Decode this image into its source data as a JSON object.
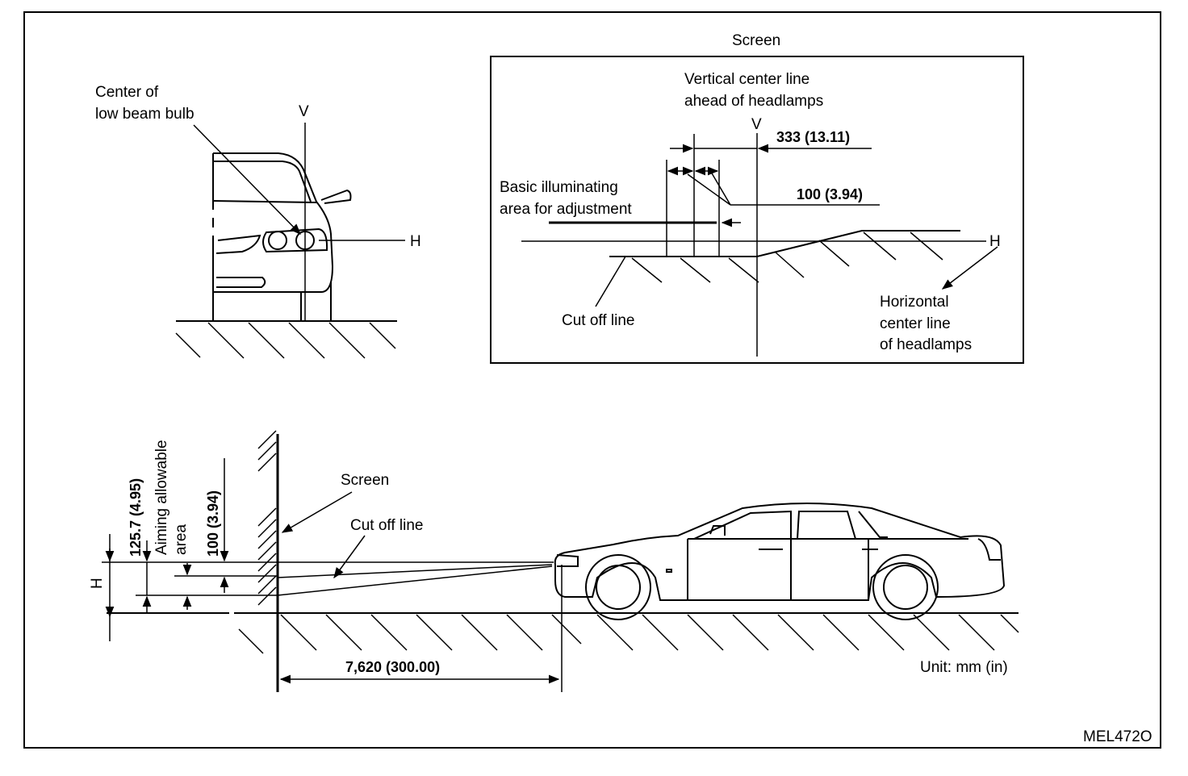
{
  "figure_id": "MEL472O",
  "front_view": {
    "center_label_line1": "Center of",
    "center_label_line2": "low beam bulb",
    "v_label": "V",
    "h_label": "H"
  },
  "screen_inset": {
    "title": "Screen",
    "vertical_line_label_line1": "Vertical center line",
    "vertical_line_label_line2": "ahead of headlamps",
    "v_label": "V",
    "dim_333": "333 (13.11)",
    "dim_100": "100 (3.94)",
    "basic_area_line1": "Basic illuminating",
    "basic_area_line2": "area for adjustment",
    "h_label": "H",
    "cutoff_label": "Cut off line",
    "horizontal_label_line1": "Horizontal",
    "horizontal_label_line2": "center line",
    "horizontal_label_line3": "of headlamps"
  },
  "side_view": {
    "dim_125": "125.7 (4.95)",
    "aiming_line1": "Aiming allowable",
    "aiming_line2": "area",
    "dim_100": "100 (3.94)",
    "h_label": "H",
    "screen_label": "Screen",
    "cutoff_label": "Cut off line",
    "distance_label": "7,620 (300.00)",
    "unit_label": "Unit: mm (in)"
  }
}
